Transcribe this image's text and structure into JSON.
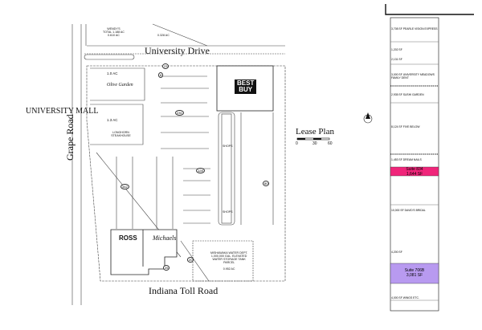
{
  "roads": {
    "university_drive": "University Drive",
    "grape_road": "Grape Road",
    "toll_road": "Indiana Toll Road",
    "mall": "UNIVERSITY MALL"
  },
  "lease_plan": {
    "title": "Lease Plan",
    "scale": [
      "0",
      "30",
      "60"
    ]
  },
  "parcels": {
    "wendys": [
      "WENDY'S",
      "TOTAL 1.188 AC",
      "0.610 AC"
    ],
    "outparcel_east": "0.328 AC",
    "olive_garden_area": "1.0 AC",
    "longhorn_area": "1.3 AC",
    "longhorn": "LONGHORN STEAKHOUSE",
    "water_tank": [
      "MISHAWAKA WATER DEPT.",
      "1,000,000 GAL. ELEVATED",
      "WATER STORAGE TANK",
      "PARCEL",
      "0.952 AC"
    ]
  },
  "logos": {
    "best_buy": [
      "BEST",
      "BUY"
    ],
    "olive_garden": "Olive Garden",
    "ross": "ROSS",
    "michaels": "Michaels"
  },
  "buildings": {
    "shops_upper": "SHOPS",
    "shops_lower": "SHOPS"
  },
  "parking": [
    "23",
    "8",
    "230",
    "342",
    "128",
    "80",
    "25",
    "20"
  ],
  "tenants": [
    {
      "name": "PEARLE VISION EXPRESS",
      "sf": "3,708 SF"
    },
    {
      "name": "",
      "sf": "1,202 SF"
    },
    {
      "name": "",
      "sf": "2,131 SF"
    },
    {
      "name": "UNIVERSITY MEADOWS FAMILY DENT",
      "sf": "3,000 SF"
    },
    {
      "name": "SUSHI GARDEN",
      "sf": "2,935 SF"
    },
    {
      "name": "FIVE BELOW",
      "sf": "8,124 SF"
    },
    {
      "name": "DREAM NAILS",
      "sf": "1,453 SF"
    },
    {
      "name": "DAVID'S BRIDAL",
      "sf": "10,000 SF"
    },
    {
      "name": "",
      "sf": "4,200 SF"
    },
    {
      "name": "WINGS ETC.",
      "sf": "4,000 SF"
    }
  ],
  "available": [
    {
      "suite": "Suite 834",
      "sf": "1,644 SF",
      "color": "#f0257a"
    },
    {
      "suite": "Suite 706B",
      "sf": "3,081 SF",
      "color": "#b89af0"
    }
  ]
}
